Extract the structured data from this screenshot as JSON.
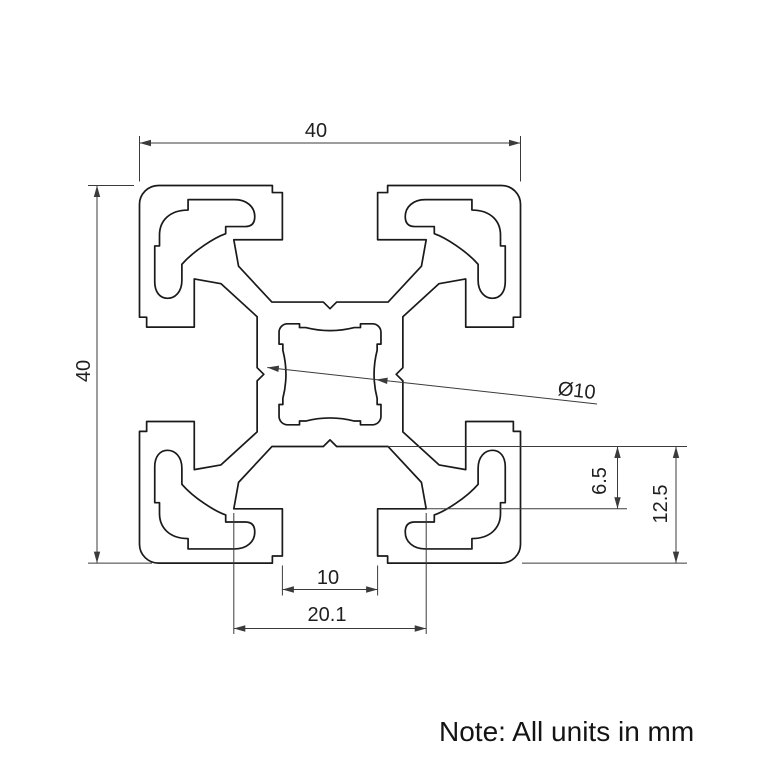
{
  "drawing": {
    "type": "aluminium-extrusion-profile-cross-section",
    "note": "Note: All units in mm",
    "dims": {
      "width": "40",
      "height": "40",
      "bore": "Ø10",
      "step": "6.5",
      "depth": "12.5",
      "opening": "10",
      "inner": "20.1"
    }
  },
  "colors": {
    "line": "#1a1a1a",
    "dim": "#3b3b3b",
    "text": "#1f1f1f",
    "background": "#ffffff"
  }
}
